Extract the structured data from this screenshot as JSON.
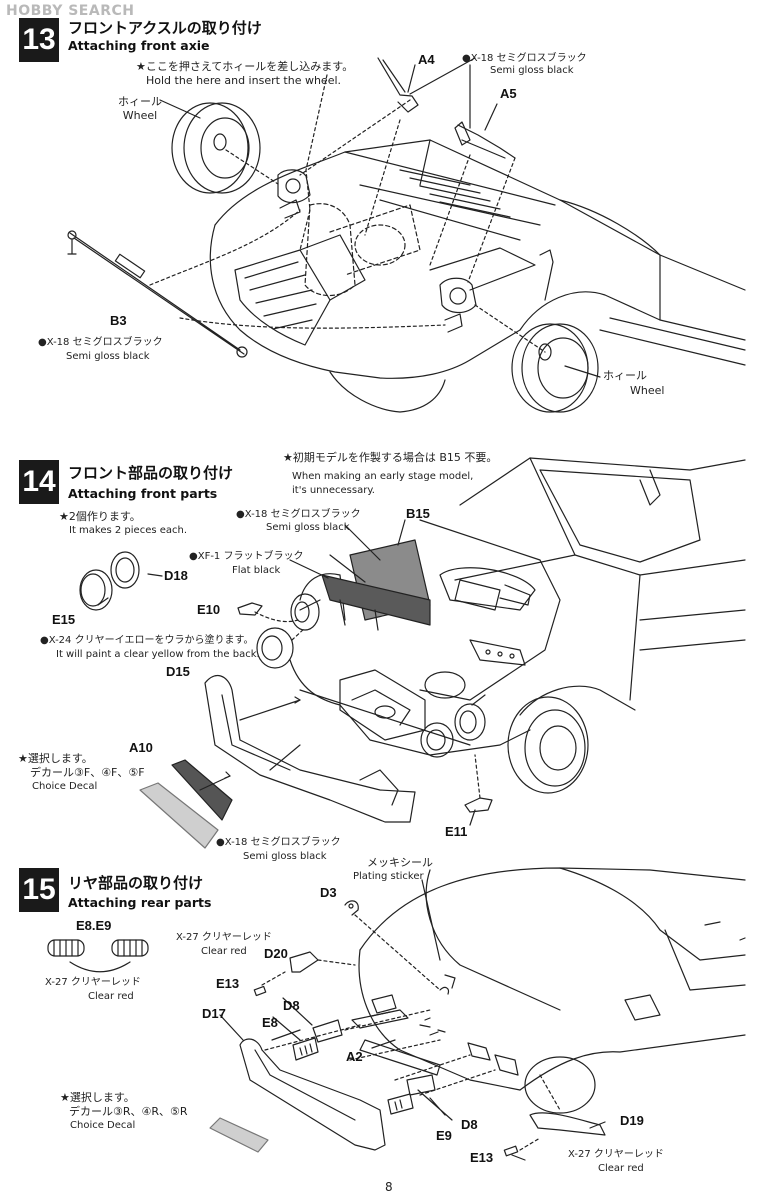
{
  "watermark": "HOBBY SEARCH",
  "page_number": "8",
  "steps": [
    {
      "number": "13",
      "title_jp": "フロントアクスルの取り付け",
      "title_en": "Attaching front axie",
      "notes": {
        "hold_jp": "★ここを押さえてホィールを差し込みます。",
        "hold_en": "Hold the here and insert the wheel.",
        "wheel_left_jp": "ホィール",
        "wheel_left_en": "Wheel",
        "wheel_right_jp": "ホィール",
        "wheel_right_en": "Wheel",
        "paint_a_jp": "●X-18 セミグロスブラック",
        "paint_a_en": "Semi gloss black",
        "paint_b_jp": "●X-18 セミグロスブラック",
        "paint_b_en": "Semi gloss black"
      },
      "parts": {
        "a4": "A4",
        "a5": "A5",
        "b3": "B3"
      }
    },
    {
      "number": "14",
      "title_jp": "フロント部品の取り付け",
      "title_en": "Attaching front parts",
      "notes": {
        "early_jp": "★初期モデルを作製する場合は B15 不要。",
        "early_en1": "When making an early stage model,",
        "early_en2": "it's unnecessary.",
        "two_jp": "★2個作ります。",
        "two_en": "It makes 2 pieces each.",
        "x18_jp": "●X-18 セミグロスブラック",
        "x18_en": "Semi gloss black",
        "xf1_jp": "●XF-1 フラットブラック",
        "xf1_en": "Flat black",
        "x24_jp": "●X-24 クリヤーイエローをウラから塗ります。",
        "x24_en": "It will paint a clear yellow from the back.",
        "choice_jp": "★選択します。",
        "decal_jp": "デカール③F、④F、⑤F",
        "decal_en": "Choice Decal",
        "x18b_jp": "●X-18 セミグロスブラック",
        "x18b_en": "Semi gloss black"
      },
      "parts": {
        "b15": "B15",
        "d18": "D18",
        "e15": "E15",
        "e10": "E10",
        "d15": "D15",
        "a10": "A10",
        "e11": "E11"
      }
    },
    {
      "number": "15",
      "title_jp": "リヤ部品の取り付け",
      "title_en": "Attaching rear parts",
      "notes": {
        "plating_jp": "メッキシール",
        "plating_en": "Plating sticker",
        "x27a_jp": "X-27 クリヤーレッド",
        "x27a_en": "Clear red",
        "x27b_jp": "X-27 クリヤーレッド",
        "x27b_en": "Clear red",
        "x27c_jp": "X-27 クリヤーレッド",
        "x27c_en": "Clear red",
        "choice_jp": "★選択します。",
        "decal_jp": "デカール③R、④R、⑤R",
        "decal_en": "Choice Decal"
      },
      "parts": {
        "e8e9": "E8.E9",
        "d3": "D3",
        "d20": "D20",
        "e13a": "E13",
        "d8a": "D8",
        "d17": "D17",
        "e8": "E8",
        "a2": "A2",
        "d8b": "D8",
        "e9": "E9",
        "d19": "D19",
        "e13b": "E13"
      }
    }
  ]
}
